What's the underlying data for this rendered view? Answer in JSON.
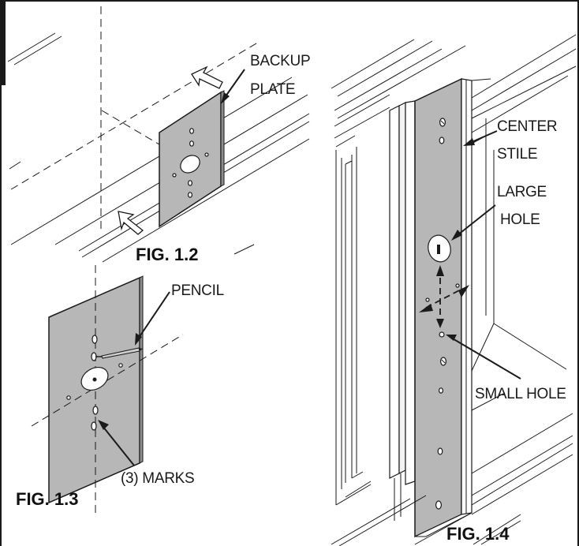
{
  "labels": {
    "backup_plate_1": "BACKUP",
    "backup_plate_2": "PLATE",
    "pencil": "PENCIL",
    "marks": "(3) MARKS",
    "center_stile_1": "CENTER",
    "center_stile_2": "STILE",
    "large_hole_1": "LARGE",
    "large_hole_2": "HOLE",
    "small_hole": "SMALL HOLE"
  },
  "figures": {
    "fig_1_2": "FIG. 1.2",
    "fig_1_3": "FIG. 1.3",
    "fig_1_4": "FIG. 1.4"
  },
  "colors": {
    "plate_fill": "#b7b7b7",
    "line": "#1a1a1a",
    "background": "#ffffff"
  }
}
